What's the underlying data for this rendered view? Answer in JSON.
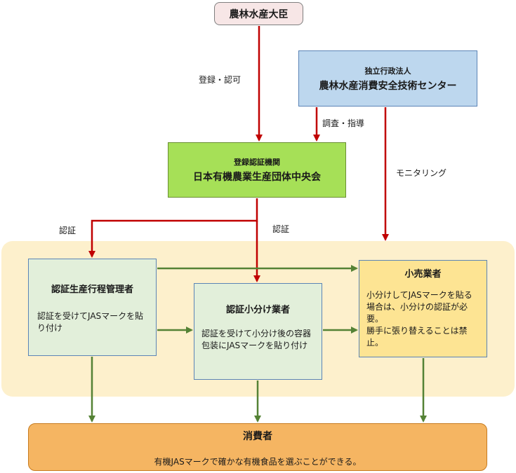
{
  "nodes": {
    "minister": {
      "label": "農林水産大臣"
    },
    "famic": {
      "sub": "独立行政法人",
      "label": "農林水産消費安全技術センター"
    },
    "registered_body": {
      "sub": "登録認証機関",
      "label": "日本有機農業生産団体中央会"
    },
    "producer": {
      "title": "認証生産行程管理者",
      "desc": "認証を受けてJASマークを貼り付け"
    },
    "repacker": {
      "title": "認証小分け業者",
      "desc": "認証を受けて小分け後の容器包装にJASマークを貼り付け"
    },
    "retailer": {
      "title": "小売業者",
      "desc1": "小分けしてJASマークを貼る場合は、小分けの認証が必要。",
      "desc2": "勝手に張り替えることは禁止。"
    },
    "consumer": {
      "title": "消費者",
      "desc": "有機JASマークで確かな有機食品を選ぶことができる。"
    }
  },
  "edge_labels": {
    "registration": "登録・認可",
    "inspection": "調査・指導",
    "monitoring": "モニタリング",
    "certify_producer": "認証",
    "certify_repacker": "認証"
  },
  "colors": {
    "red_arrow": "#c00000",
    "green_arrow": "#548235"
  }
}
